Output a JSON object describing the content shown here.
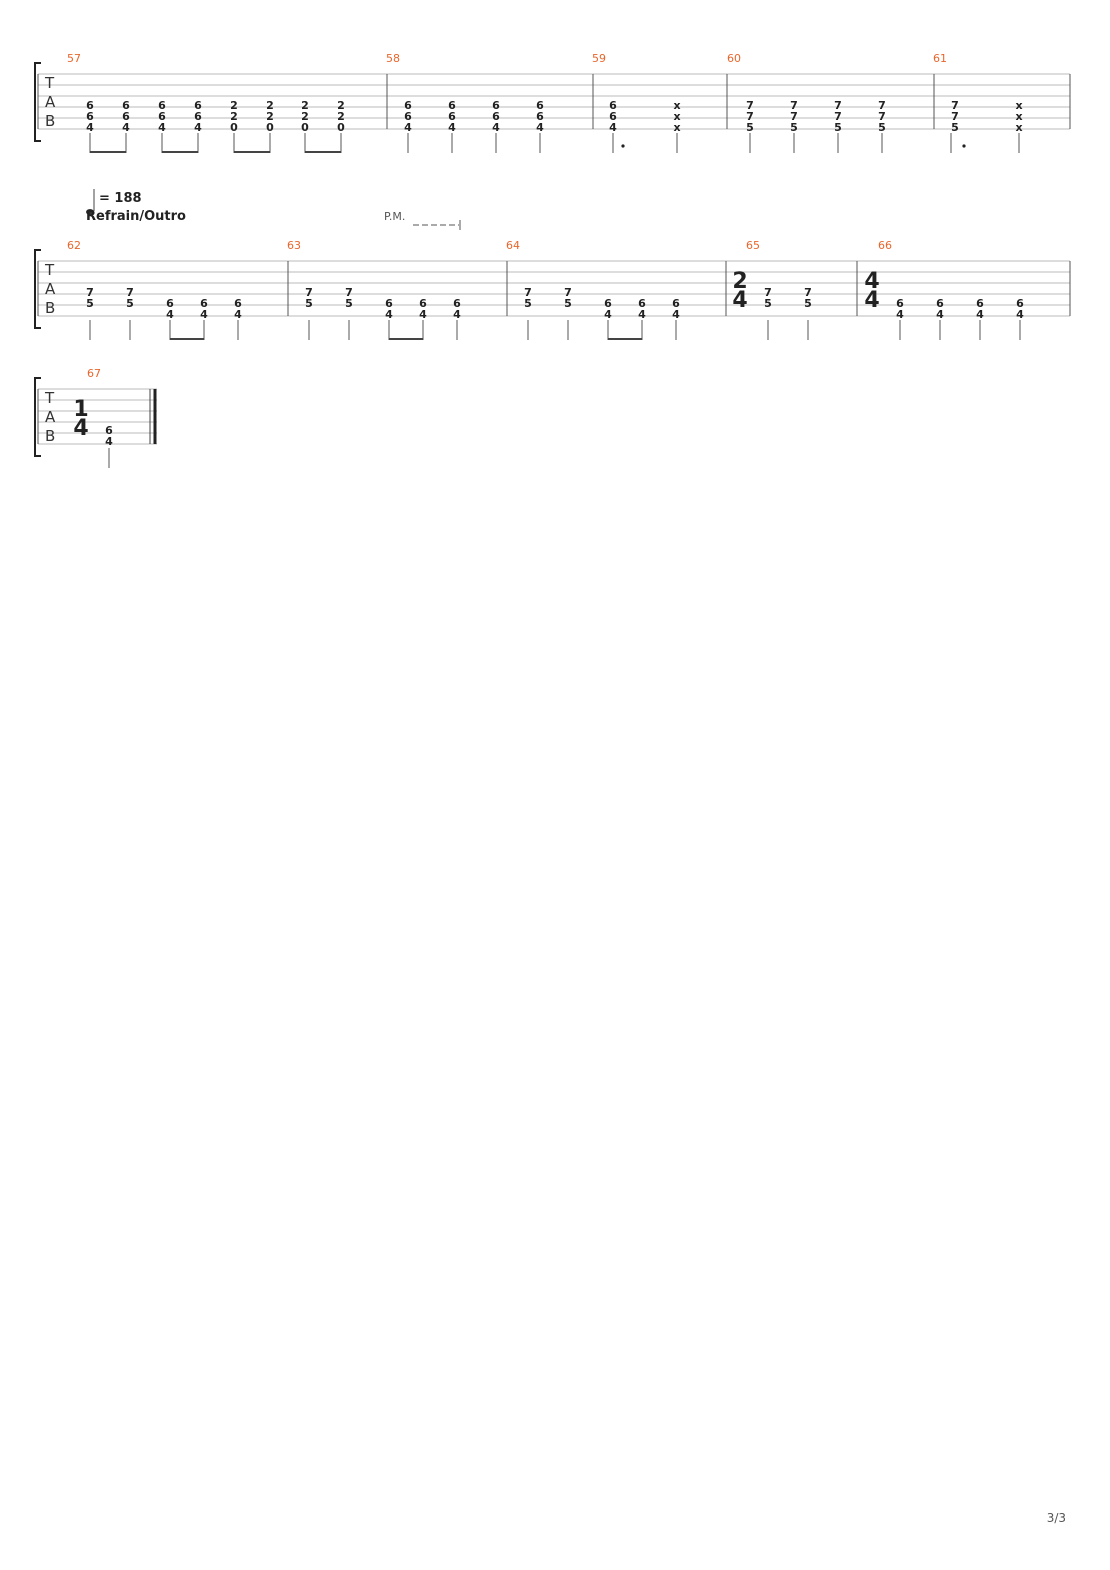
{
  "tab_letters": [
    "T",
    "A",
    "B"
  ],
  "tempo": {
    "symbol": "♩",
    "text": "= 188"
  },
  "section_label": "Refrain/Outro",
  "palm_mute": "P.M.",
  "page_number": "3/3",
  "measures": [
    {
      "number": "57",
      "beats": [
        [
          "6",
          "6",
          "4"
        ],
        [
          "6",
          "6",
          "4"
        ],
        [
          "6",
          "6",
          "4"
        ],
        [
          "6",
          "6",
          "4"
        ],
        [
          "2",
          "2",
          "0"
        ],
        [
          "2",
          "2",
          "0"
        ],
        [
          "2",
          "2",
          "0"
        ],
        [
          "2",
          "2",
          "0"
        ]
      ]
    },
    {
      "number": "58",
      "beats": [
        [
          "6",
          "6",
          "4"
        ],
        [
          "6",
          "6",
          "4"
        ],
        [
          "6",
          "6",
          "4"
        ],
        [
          "6",
          "6",
          "4"
        ]
      ]
    },
    {
      "number": "59",
      "beats": [
        [
          "6",
          "6",
          "4"
        ],
        [
          "x",
          "x",
          "x"
        ]
      ]
    },
    {
      "number": "60",
      "beats": [
        [
          "7",
          "7",
          "5"
        ],
        [
          "7",
          "7",
          "5"
        ],
        [
          "7",
          "7",
          "5"
        ],
        [
          "7",
          "7",
          "5"
        ]
      ]
    },
    {
      "number": "61",
      "beats": [
        [
          "7",
          "7",
          "5"
        ],
        [
          "x",
          "x",
          "x"
        ]
      ]
    },
    {
      "number": "62",
      "beats": [
        [
          "7",
          "5"
        ],
        [
          "7",
          "5"
        ],
        [
          "6",
          "4"
        ],
        [
          "6",
          "4"
        ],
        [
          "6",
          "4"
        ]
      ]
    },
    {
      "number": "63",
      "beats": [
        [
          "7",
          "5"
        ],
        [
          "7",
          "5"
        ],
        [
          "6",
          "4"
        ],
        [
          "6",
          "4"
        ],
        [
          "6",
          "4"
        ]
      ]
    },
    {
      "number": "64",
      "beats": [
        [
          "7",
          "5"
        ],
        [
          "7",
          "5"
        ],
        [
          "6",
          "4"
        ],
        [
          "6",
          "4"
        ],
        [
          "6",
          "4"
        ]
      ]
    },
    {
      "number": "65",
      "time_signature": [
        "2",
        "4"
      ],
      "beats": [
        [
          "7",
          "5"
        ],
        [
          "7",
          "5"
        ]
      ]
    },
    {
      "number": "66",
      "time_signature": [
        "4",
        "4"
      ],
      "beats": [
        [
          "6",
          "4"
        ],
        [
          "6",
          "4"
        ],
        [
          "6",
          "4"
        ],
        [
          "6",
          "4"
        ]
      ]
    },
    {
      "number": "67",
      "time_signature": [
        "1",
        "4"
      ],
      "beats": [
        [
          "6",
          "4"
        ]
      ]
    }
  ]
}
